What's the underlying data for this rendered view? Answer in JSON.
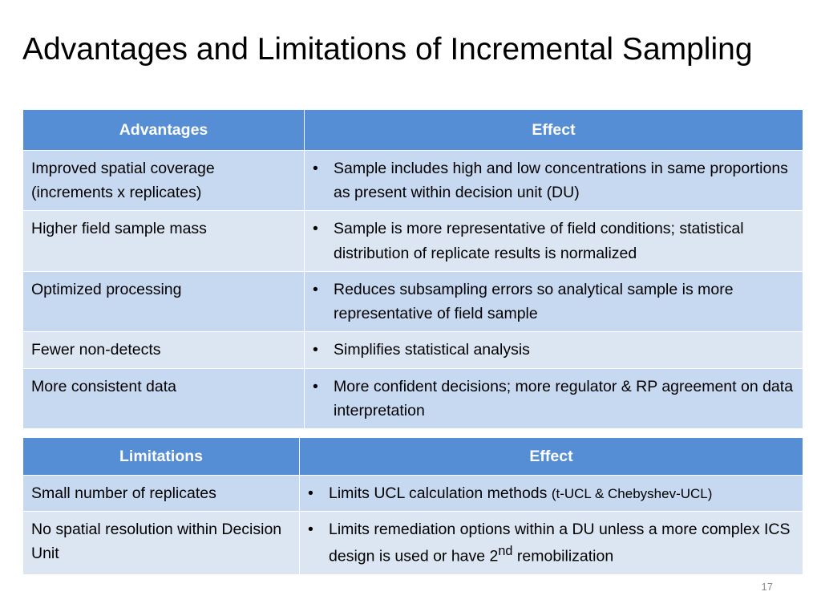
{
  "title": "Advantages and Limitations of Incremental Sampling",
  "advantages_table": {
    "headers": [
      "Advantages",
      "Effect"
    ],
    "rows": [
      {
        "label": "Improved spatial coverage (increments x replicates)",
        "effect": "Sample includes high and low concentrations in same proportions as present within decision unit (DU)"
      },
      {
        "label": "Higher field sample mass",
        "effect": "Sample is more representative of field conditions; statistical distribution of replicate results is normalized"
      },
      {
        "label": "Optimized processing",
        "effect": "Reduces subsampling errors so analytical sample is more representative of field sample"
      },
      {
        "label": "Fewer non-detects",
        "effect": "Simplifies statistical analysis"
      },
      {
        "label": "More consistent data",
        "effect": "More confident decisions; more regulator & RP agreement on data interpretation"
      }
    ]
  },
  "limitations_table": {
    "headers": [
      "Limitations",
      "Effect"
    ],
    "rows": [
      {
        "label": "Small number of replicates",
        "effect": "Limits UCL calculation methods",
        "effect_small": "(t-UCL & Chebyshev-UCL)"
      },
      {
        "label": "No spatial resolution within Decision Unit",
        "effect": "Limits remediation options within a DU unless a more complex ICS design is used or have 2",
        "effect_sup": "nd",
        "effect_tail": " remobilization"
      }
    ]
  },
  "bullet_char": "•",
  "page_number": "17"
}
